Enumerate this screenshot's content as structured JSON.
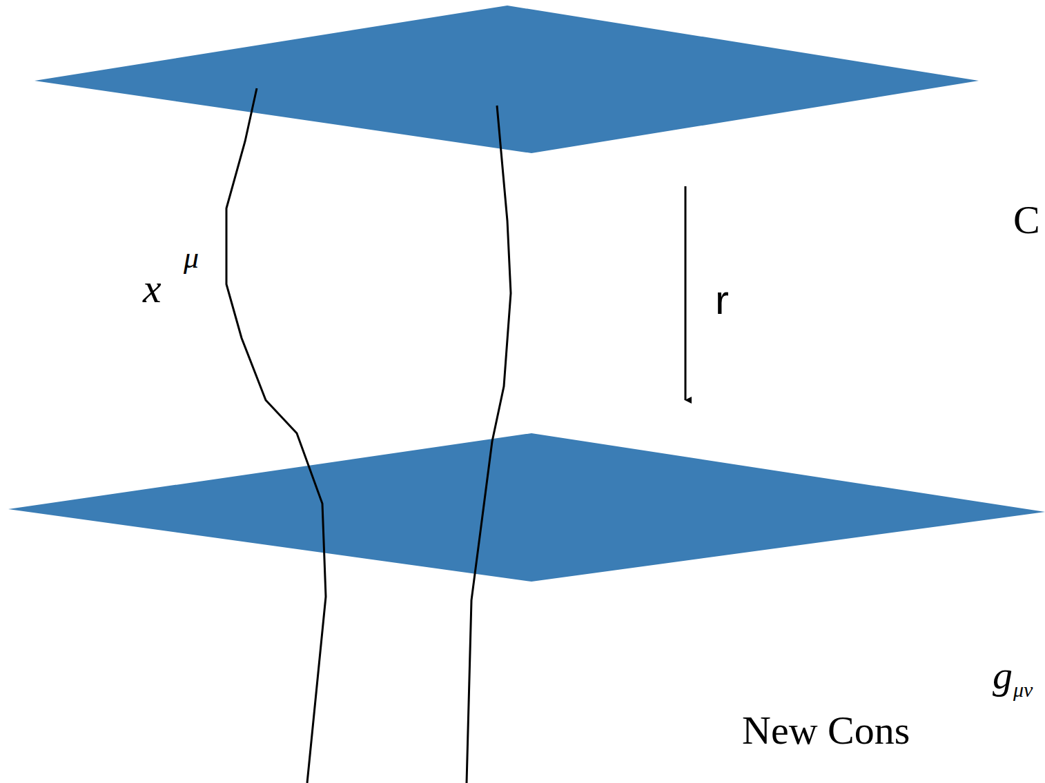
{
  "diagram": {
    "labels": [
      "x",
      "μ",
      "r",
      "C",
      "g",
      "μν",
      "New Cons"
    ]
  }
}
